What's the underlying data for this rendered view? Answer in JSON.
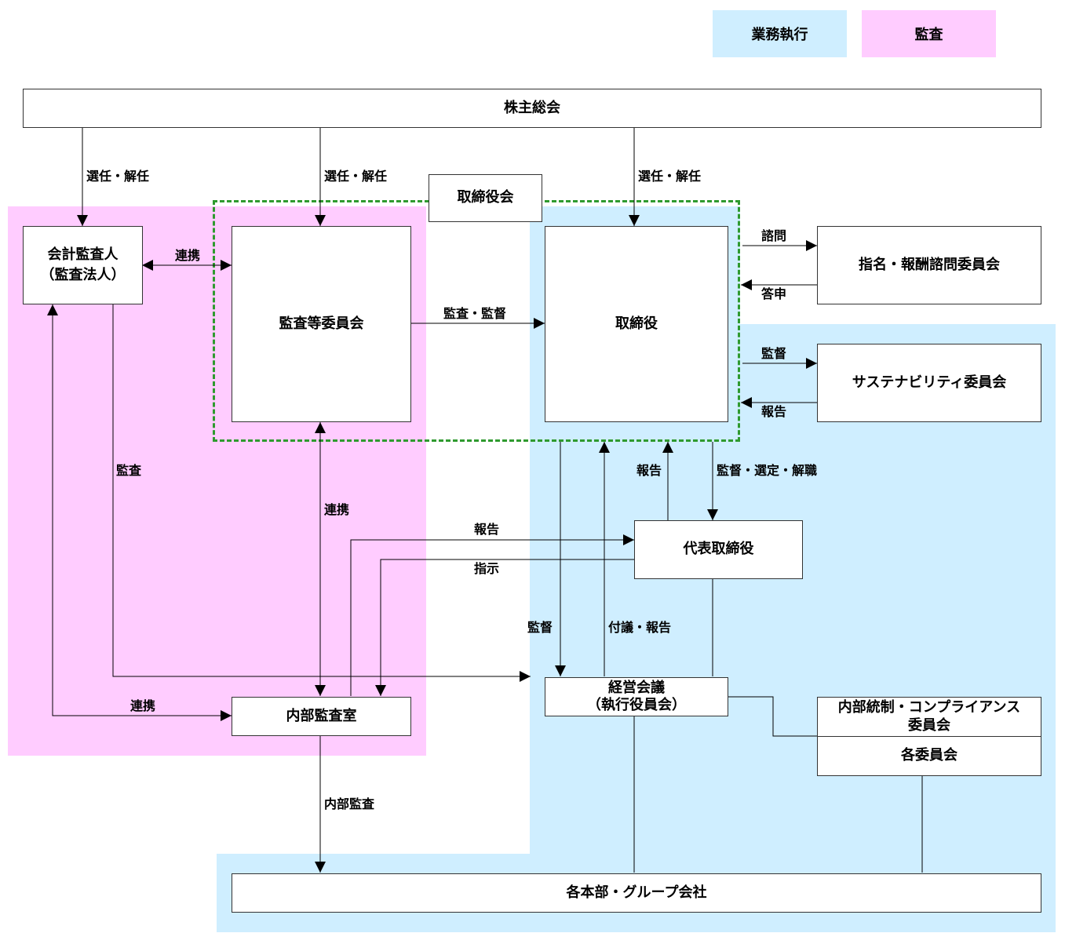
{
  "colors": {
    "execution": "#cfeeff",
    "audit": "#ffccff",
    "board_border": "#2f9a2f",
    "line": "#000000"
  },
  "legend": {
    "execution": "業務執行",
    "audit": "監査"
  },
  "nodes": {
    "shareholders_meeting": "株主総会",
    "board_meeting": "取締役会",
    "accounting_auditor": [
      "会計監査人",
      "（監査法人）"
    ],
    "audit_committee": "監査等委員会",
    "directors": "取締役",
    "nomination_committee": "指名・報酬諮問委員会",
    "sustainability_committee": "サステナビリティ委員会",
    "representative_director": "代表取締役",
    "management_meeting": [
      "経営会議",
      "（執行役員会）"
    ],
    "compliance_committee": [
      "内部統制・コンプライアンス",
      "委員会"
    ],
    "committees": "各委員会",
    "internal_audit_office": "内部監査室",
    "divisions": "各本部・グループ会社"
  },
  "edges": {
    "elect_dismiss": "選任・解任",
    "cooperation": "連携",
    "audit_supervise": "監査・監督",
    "inquiry": "諮問",
    "report_back": "答申",
    "supervise": "監督",
    "report": "報告",
    "audit": "監査",
    "supervise_select_dismiss": "監督・選定・解職",
    "instruct": "指示",
    "propose_report": "付議・報告",
    "internal_audit": "内部監査"
  }
}
